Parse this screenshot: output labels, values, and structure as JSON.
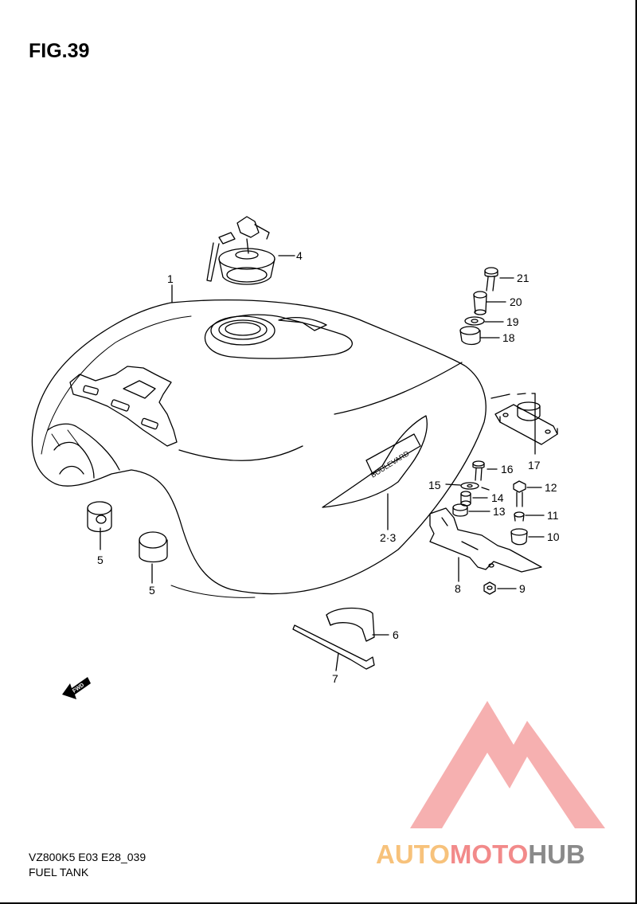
{
  "figure": {
    "title": "FIG.39"
  },
  "callouts": {
    "c1": "1",
    "c23": "2·3",
    "c4": "4",
    "c5a": "5",
    "c5b": "5",
    "c6": "6",
    "c7": "7",
    "c8": "8",
    "c9": "9",
    "c10": "10",
    "c11": "11",
    "c12": "12",
    "c13": "13",
    "c14": "14",
    "c15": "15",
    "c16": "16",
    "c17": "17",
    "c18": "18",
    "c19": "19",
    "c20": "20",
    "c21": "21"
  },
  "emblem_text": "BOULEVARD",
  "fwd_label": "FWD",
  "footer": {
    "model_code": "VZ800K5 E03 E28_039",
    "diagram_name": "FUEL TANK"
  },
  "watermark": {
    "part1": "AUTO",
    "part2": "MOTO",
    "part3": "HUB",
    "colors": {
      "auto": "#f7c27b",
      "moto": "#f28a8a",
      "hub": "#8a8a8a",
      "logo": "#f5a3a3"
    }
  }
}
